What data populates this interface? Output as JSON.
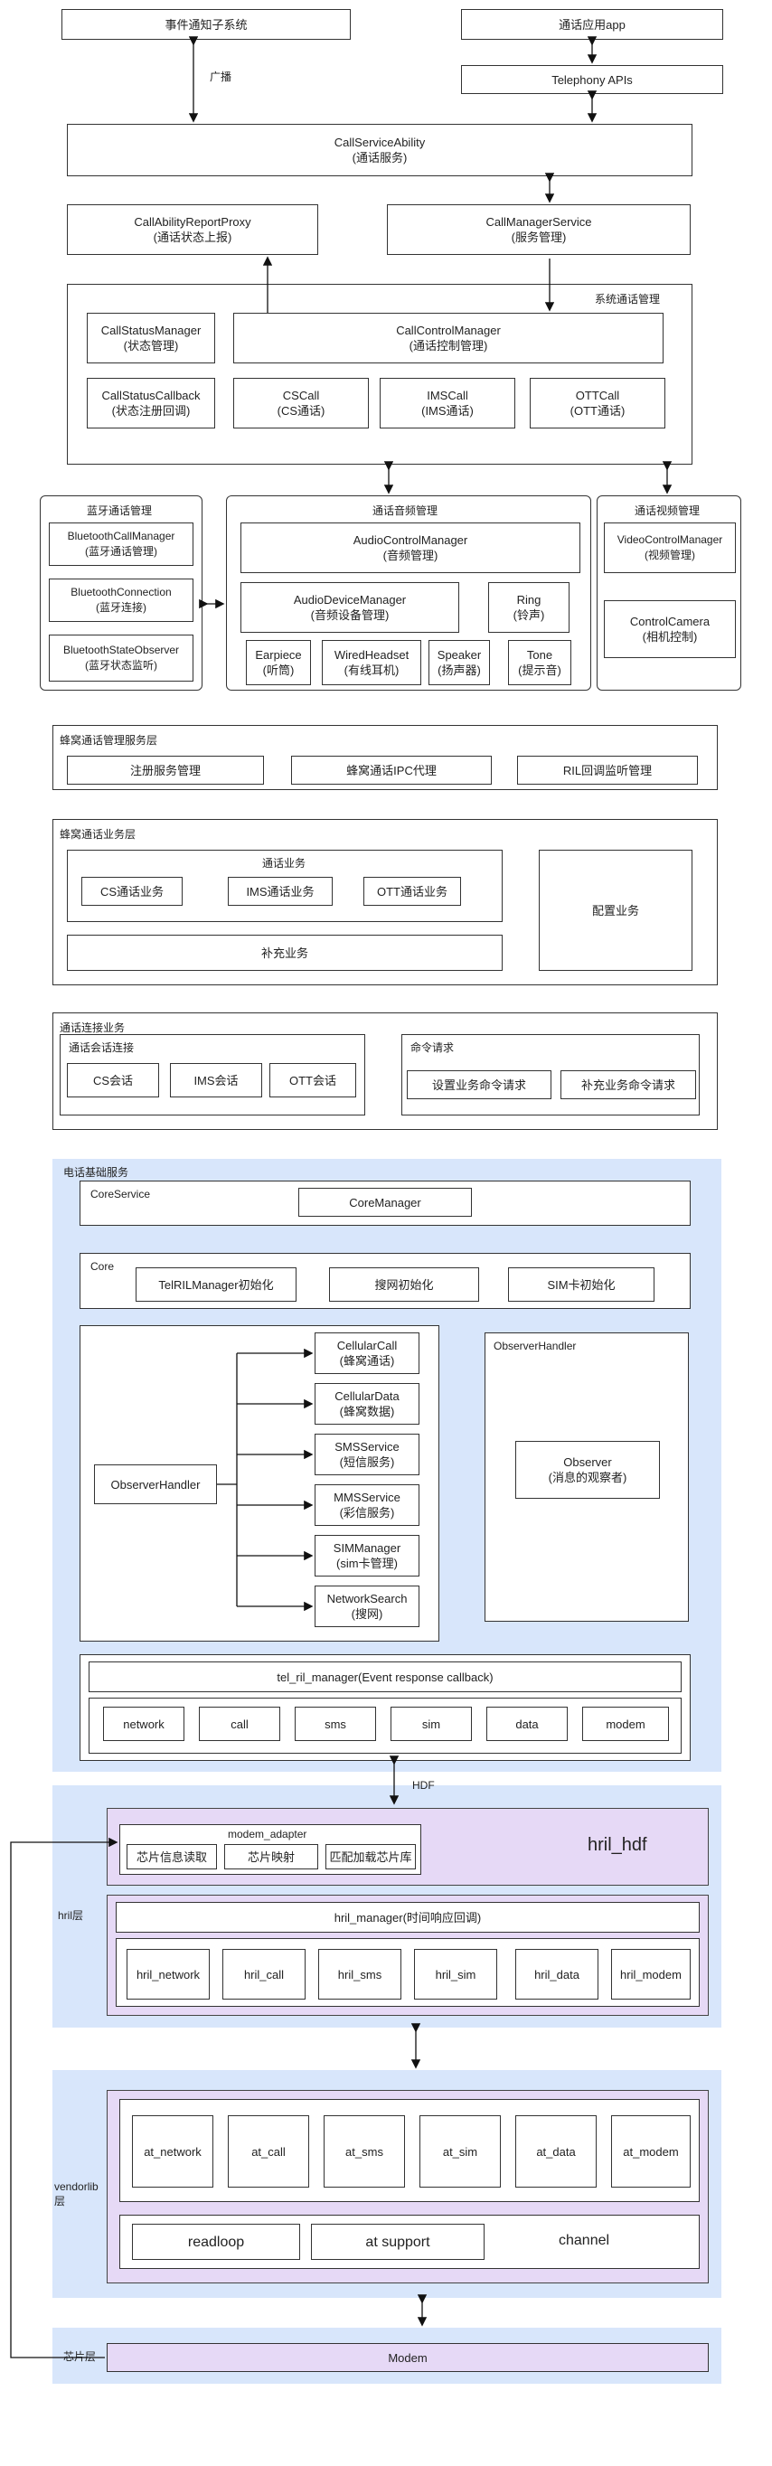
{
  "top": {
    "notify_system": "事件通知子系统",
    "call_app": "通话应用app",
    "broadcast": "广播",
    "telephony_apis": "Telephony APIs",
    "call_service_ability": "CallServiceAbility",
    "call_service_ability_sub": "(通话服务)",
    "report_proxy": "CallAbilityReportProxy",
    "report_proxy_sub": "(通话状态上报)",
    "manager_service": "CallManagerService",
    "manager_service_sub": "(服务管理)"
  },
  "system_call": {
    "title": "系统通话管理",
    "status_manager": "CallStatusManager",
    "status_manager_sub": "(状态管理)",
    "control_manager": "CallControlManager",
    "control_manager_sub": "(通话控制管理)",
    "status_callback": "CallStatusCallback",
    "status_callback_sub": "(状态注册回调)",
    "cs_call": "CSCall",
    "cs_call_sub": "(CS通话)",
    "ims_call": "IMSCall",
    "ims_call_sub": "(IMS通话)",
    "ott_call": "OTTCall",
    "ott_call_sub": "(OTT通话)"
  },
  "bluetooth": {
    "title": "蓝牙通话管理",
    "manager": "BluetoothCallManager",
    "manager_sub": "(蓝牙通话管理)",
    "connection": "BluetoothConnection",
    "connection_sub": "(蓝牙连接)",
    "observer": "BluetoothStateObserver",
    "observer_sub": "(蓝牙状态监听)"
  },
  "audio": {
    "title": "通话音频管理",
    "control": "AudioControlManager",
    "control_sub": "(音频管理)",
    "device": "AudioDeviceManager",
    "device_sub": "(音频设备管理)",
    "ring": "Ring",
    "ring_sub": "(铃声)",
    "earpiece": "Earpiece",
    "earpiece_sub": "(听筒)",
    "wired": "WiredHeadset",
    "wired_sub": "(有线耳机)",
    "speaker": "Speaker",
    "speaker_sub": "(扬声器)",
    "tone": "Tone",
    "tone_sub": "(提示音)"
  },
  "video": {
    "title": "通话视频管理",
    "control": "VideoControlManager",
    "control_sub": "(视频管理)",
    "camera": "ControlCamera",
    "camera_sub": "(相机控制)"
  },
  "cellular_mgr": {
    "title": "蜂窝通话管理服务层",
    "register": "注册服务管理",
    "ipc": "蜂窝通话IPC代理",
    "ril": "RIL回调监听管理"
  },
  "cellular_biz": {
    "title": "蜂窝通话业务层",
    "call_biz": "通话业务",
    "cs": "CS通话业务",
    "ims": "IMS通话业务",
    "ott": "OTT通话业务",
    "supp": "补充业务",
    "config": "配置业务"
  },
  "connection": {
    "title": "通话连接业务",
    "session_title": "通话会话连接",
    "cs": "CS会话",
    "ims": "IMS会话",
    "ott": "OTT会话",
    "cmd_title": "命令请求",
    "set_cmd": "设置业务命令请求",
    "supp_cmd": "补充业务命令请求"
  },
  "telephony": {
    "title": "电话基础服务",
    "core_service": "CoreService",
    "core_manager": "CoreManager",
    "core": "Core",
    "telril_init": "TelRILManager初始化",
    "net_init": "搜网初始化",
    "sim_init": "SIM卡初始化",
    "observer_handler": "ObserverHandler",
    "cellular_call": "CellularCall",
    "cellular_call_sub": "(蜂窝通话)",
    "cellular_data": "CellularData",
    "cellular_data_sub": "(蜂窝数据)",
    "sms_service": "SMSService",
    "sms_service_sub": "(短信服务)",
    "mms_service": "MMSService",
    "mms_service_sub": "(彩信服务)",
    "sim_manager": "SIMManager",
    "sim_manager_sub": "(sim卡管理)",
    "network_search": "NetworkSearch",
    "network_search_sub": "(搜网)",
    "observer_handler2": "ObserverHandler",
    "observer": "Observer",
    "observer_sub": "(消息的观察者)",
    "tel_ril_manager": "tel_ril_manager(Event response callback)",
    "network": "network",
    "call": "call",
    "sms": "sms",
    "sim": "sim",
    "data": "data",
    "modem": "modem"
  },
  "hdf": "HDF",
  "hril": {
    "layer": "hril层",
    "modem_adapter": "modem_adapter",
    "chip_info": "芯片信息读取",
    "chip_map": "芯片映射",
    "match_lib": "匹配加载芯片库",
    "hril_hdf": "hril_hdf",
    "hril_manager": "hril_manager(时间响应回调)",
    "hril_network": "hril_network",
    "hril_call": "hril_call",
    "hril_sms": "hril_sms",
    "hril_sim": "hril_sim",
    "hril_data": "hril_data",
    "hril_modem": "hril_modem"
  },
  "vendorlib": {
    "layer": "vendorlib层",
    "at_network": "at_network",
    "at_call": "at_call",
    "at_sms": "at_sms",
    "at_sim": "at_sim",
    "at_data": "at_data",
    "at_modem": "at_modem",
    "readloop": "readloop",
    "at_support": "at support",
    "channel": "channel"
  },
  "chip": {
    "layer": "芯片层",
    "modem": "Modem"
  }
}
